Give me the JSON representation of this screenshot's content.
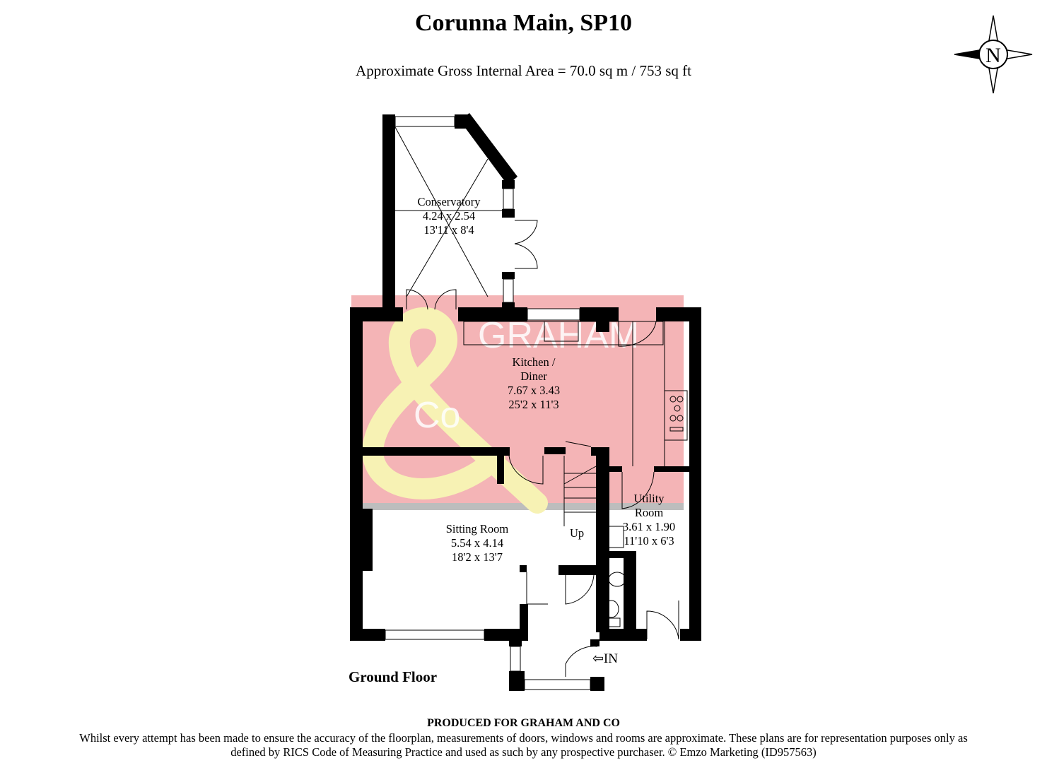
{
  "title": "Corunna Main, SP10",
  "subtitle": "Approximate Gross Internal Area = 70.0 sq m / 753 sq ft",
  "compass": {
    "label": "N",
    "icon": "compass-rose-icon"
  },
  "floor_label": "Ground Floor",
  "rooms": [
    {
      "name": "Conservatory",
      "metric": "4.24 x 2.54",
      "imperial": "13'11 x 8'4"
    },
    {
      "name": "Kitchen /",
      "name2": "Diner",
      "metric": "7.67 x 3.43",
      "imperial": "25'2 x 11'3"
    },
    {
      "name": "Utility",
      "name2": "Room",
      "metric": "3.61 x 1.90",
      "imperial": "11'10 x 6'3"
    },
    {
      "name": "Sitting Room",
      "metric": "5.54 x 4.14",
      "imperial": "18'2 x 13'7"
    }
  ],
  "stairs_label": "Up",
  "entrance_label": "IN",
  "watermark": {
    "text": "GRAHAM",
    "text2": "Co",
    "color_overlay": "#f4b4b6",
    "ampersand_color": "#f7f2b4"
  },
  "footer": {
    "produced": "PRODUCED FOR GRAHAM AND CO",
    "disclaimer": "Whilst every attempt has been made to ensure the accuracy of the floorplan, measurements of doors, windows and rooms are approximate. These plans are for representation purposes only as defined by RICS Code of Measuring Practice and used as such by any prospective purchaser. © Emzo Marketing (ID957563)"
  }
}
